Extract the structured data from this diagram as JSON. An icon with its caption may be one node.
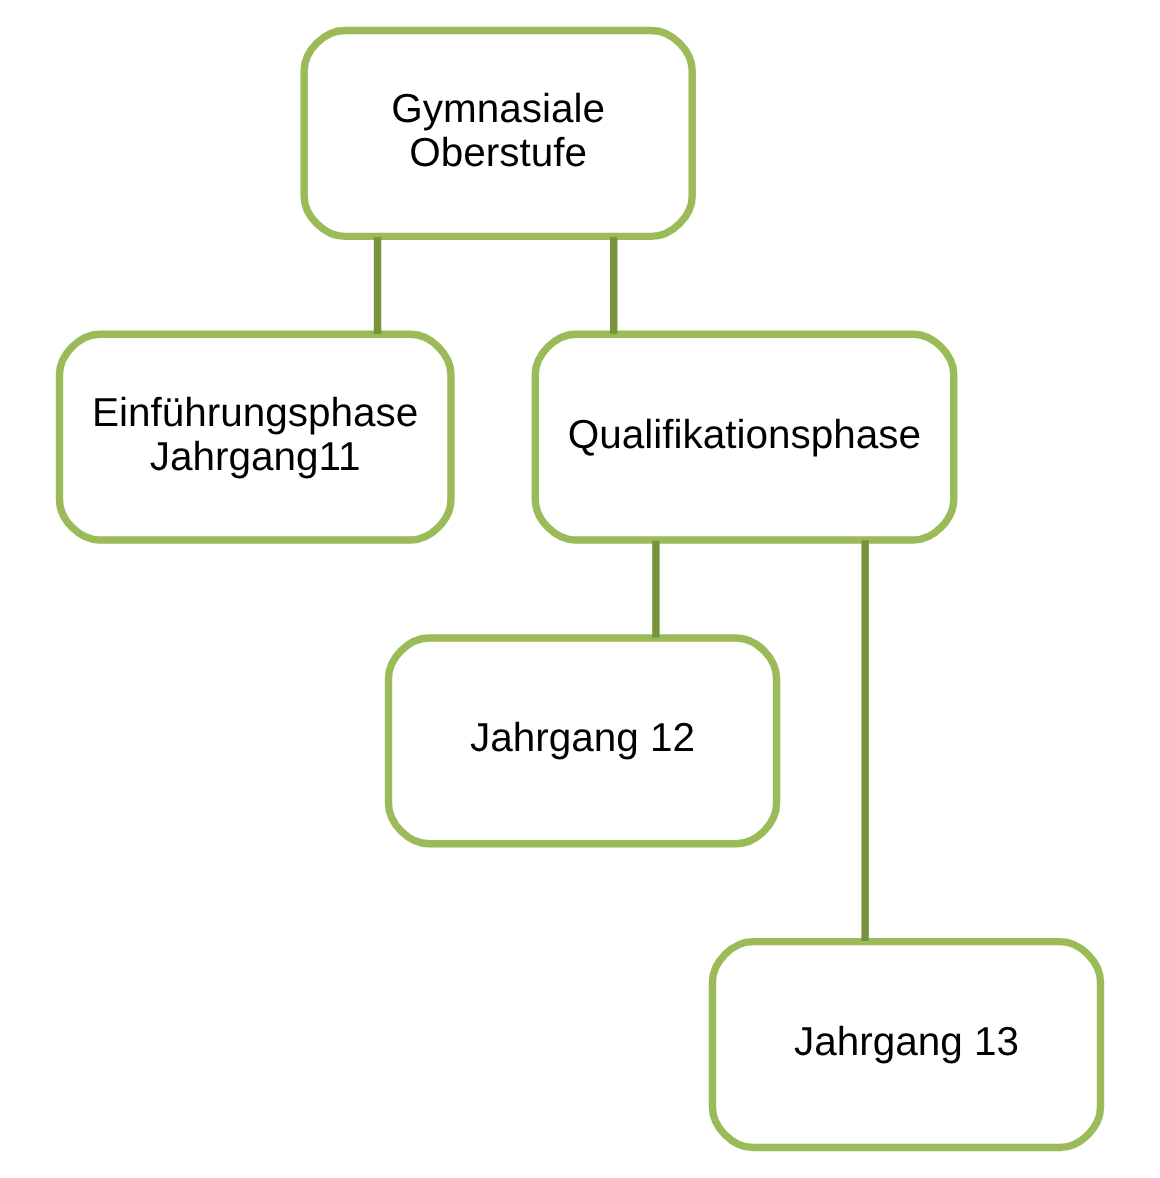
{
  "diagram": {
    "nodes": [
      {
        "text": [
          "Gymnasiale Oberstufe"
        ]
      },
      {
        "text": [
          "Einführungsphase Jahrgang11"
        ]
      },
      {
        "text": [
          "Qualifikationsphase"
        ]
      },
      {
        "text": [
          "Jahrgang 12"
        ]
      },
      {
        "text": [
          "Jahrgang 13"
        ]
      }
    ],
    "edges": [
      {
        "from": 0,
        "to": 1,
        "arrow": "none"
      },
      {
        "from": 0,
        "to": 2,
        "arrow": "none"
      },
      {
        "from": 2,
        "to": 3,
        "arrow": "none"
      },
      {
        "from": 2,
        "to": 4,
        "arrow": "none"
      }
    ]
  }
}
